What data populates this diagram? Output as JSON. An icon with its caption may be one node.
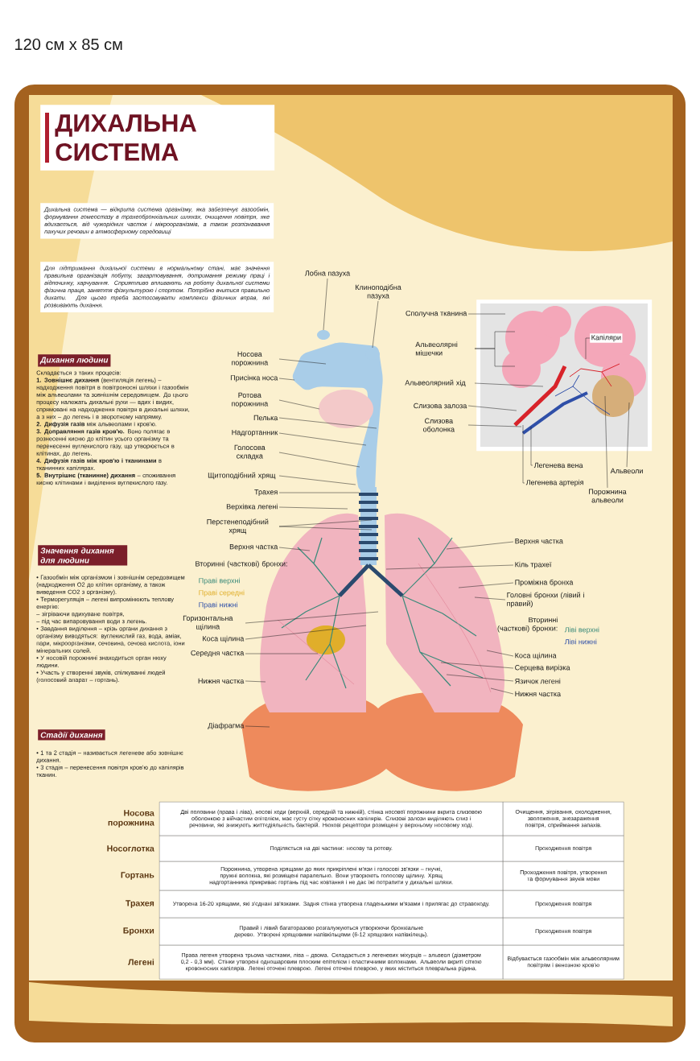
{
  "diagram": {
    "nodes": [
      {
        "text": [
          "ДИХАЛЬНА СИСТЕМА"
        ]
      },
      {
        "text": [
          "Дихальна система — відкрита система організму, яка забезпечує газообмін, формування гомеостазу в трахеобронхіальних шляхах, очищення повітря, яке вдихається, від чужорідних часток і мікроорганізмів, а також розпізнавання пахучих речовин в атмосферному середовищі"
        ]
      },
      {
        "text": [
          "Для підтримання дихальної системи в нормальному стані, має значення правильна організація побуту, загартовування, дотримання режиму праці і відпочинку, харчування. Сприятливо впливають на роботу дихальної системи фізична праця, заняття фізкультурою і спортом. Потрібно вчитися правильно дихати. Для цього треба застосовувати комплекси фізичних вправ, які розвивають дихання."
        ]
      },
      {
        "text": [
          "Лобна пазуха"
        ]
      },
      {
        "text": [
          "Клиноподібна пазуха"
        ]
      },
      {
        "text": [],
        "shape": "picture"
      },
      {
        "text": [
          "Сполучна тканина"
        ]
      },
      {
        "text": [
          "Капіляри"
        ],
        "in": 5
      },
      {
        "text": [
          "Носова порожнина"
        ]
      },
      {
        "text": [
          "Альвеолярні мішечки"
        ]
      },
      {
        "text": [
          "Присінка носа"
        ]
      },
      {
        "text": [
          "Альвеолярний хід"
        ]
      },
      {
        "text": [
          "Ротова порожнина"
        ]
      },
      {
        "text": [
          "Слизова залоза"
        ]
      },
      {
        "text": [
          "Пелька"
        ]
      },
      {
        "text": [
          "Слизова оболонка"
        ]
      },
      {
        "text": [
          "Надгортанник"
        ]
      },
      {
        "text": [
          "Голосова складка"
        ]
      },
      {
        "text": [
          "Щитоподібний хрящ"
        ]
      },
      {
        "text": [
          "Легенева вена"
        ]
      },
      {
        "text": [
          "Легенева артерія"
        ]
      },
      {
        "text": [
          "Альвеоли"
        ]
      },
      {
        "text": [
          "Трахея"
        ]
      },
      {
        "text": [
          "Верхівка легені"
        ]
      },
      {
        "text": [
          "Порожнина альвеоли"
        ]
      },
      {
        "text": [
          "Перстенеподібний хрящ"
        ]
      },
      {
        "text": [
          "Верхня частка"
        ]
      },
      {
        "text": [
          "Верхня частка"
        ]
      },
      {
        "text": [
          "Кіль трахеї"
        ]
      },
      {
        "text": [
          "Проміжна бронха"
        ]
      },
      {
        "text": [
          "Головні бронхи (лівий і правий)"
        ]
      },
      {
        "text": [
          "Горизонтальна щілина"
        ]
      },
      {
        "text": [
          "Коса щілина"
        ]
      },
      {
        "text": [
          "Середня частка"
        ]
      },
      {
        "text": [
          "Коса щілина"
        ]
      },
      {
        "text": [
          "Серцева вирізка"
        ]
      },
      {
        "text": [
          "Нижня частка"
        ]
      },
      {
        "text": [
          "Язичок легені"
        ]
      },
      {
        "text": [
          "Нижня частка"
        ]
      },
      {
        "text": [
          "Діафрагма"
        ]
      },
      {
        "text": [
          "Дихання людини"
        ]
      },
      {
        "text": [
          "Значення дихання для людини"
        ]
      },
      {
        "text": [
          "Стадії дихання"
        ]
      }
    ],
    "edges": [
      {
        "from": 3,
        "to": null,
        "arrow": "none"
      },
      {
        "from": 4,
        "to": null,
        "arrow": "none"
      },
      {
        "from": 6,
        "to": 5,
        "arrow": "none"
      },
      {
        "from": 7,
        "to": 5,
        "arrow": "none"
      },
      {
        "from": 8,
        "to": null,
        "arrow": "none"
      },
      {
        "from": 9,
        "to": 5,
        "arrow": "none"
      },
      {
        "from": 9,
        "to": 5,
        "arrow": "none"
      },
      {
        "from": 10,
        "to": null,
        "arrow": "none"
      },
      {
        "from": 11,
        "to": 5,
        "arrow": "none"
      },
      {
        "from": 12,
        "to": null,
        "arrow": "none"
      },
      {
        "from": 13,
        "to": 5,
        "arrow": "none"
      },
      {
        "from": 14,
        "to": null,
        "arrow": "none"
      },
      {
        "from": 15,
        "to": 5,
        "arrow": "none"
      },
      {
        "from": 16,
        "to": null,
        "arrow": "none"
      },
      {
        "from": 17,
        "to": null,
        "arrow": "none"
      },
      {
        "from": 18,
        "to": null,
        "arrow": "none"
      },
      {
        "from": 19,
        "to": 5,
        "arrow": "none"
      },
      {
        "from": 20,
        "to": 5,
        "arrow": "none"
      },
      {
        "from": 21,
        "to": 5,
        "arrow": "none"
      },
      {
        "from": 22,
        "to": null,
        "arrow": "none"
      },
      {
        "from": 23,
        "to": null,
        "arrow": "none"
      },
      {
        "from": 24,
        "to": 5,
        "arrow": "none"
      },
      {
        "from": 25,
        "to": null,
        "arrow": "none"
      },
      {
        "from": 25,
        "to": null,
        "arrow": "none"
      },
      {
        "from": 26,
        "to": null,
        "arrow": "none"
      },
      {
        "from": 27,
        "to": null,
        "arrow": "none"
      },
      {
        "from": 28,
        "to": null,
        "arrow": "none"
      },
      {
        "from": 29,
        "to": null,
        "arrow": "none"
      },
      {
        "from": 30,
        "to": null,
        "arrow": "none"
      },
      {
        "from": 31,
        "to": null,
        "arrow": "none"
      },
      {
        "from": 32,
        "to": null,
        "arrow": "none"
      },
      {
        "from": 33,
        "to": null,
        "arrow": "none"
      },
      {
        "from": 34,
        "to": null,
        "arrow": "none"
      },
      {
        "from": 35,
        "to": null,
        "arrow": "none"
      },
      {
        "from": 36,
        "to": null,
        "arrow": "none"
      },
      {
        "from": 37,
        "to": null,
        "arrow": "none"
      },
      {
        "from": 38,
        "to": null,
        "arrow": "none"
      },
      {
        "from": 39,
        "to": null,
        "arrow": "none"
      }
    ],
    "labels": [
      "120 см x 85 см",
      "Складається з таких процесів:",
      "**1. Зовнішнє дихання** (вентиляція легень) – надходження повітря в повітроносні шляхи і газообмін між альвеолами та зовнішнім середовищем. До цього процесу належать дихальні рухи — вдих і видих, спрямовані на надходження повітря в дихальні шляхи, а з них – до легень і в зворотному напрямку.",
      "**2. Дифузія газів** між альвеолами і кров'ю.",
      "**3. Доправляння газів кров'ю.** Воно полягає в рознесенні кисню до клітин усього організму та перенесенні вуглекислого газу, що утворюється в клітинах, до легень.",
      "**4. Дифузія газів між кров'ю і тканинами** в тканинних капілярах.",
      "**5. Внутрішнє (тканинне) дихання** – споживання кисню клітинами і виділення вуглекислого газу.",
      "• Газообмін між організмом і зовнішнім середовищем (надходження O2 до клітин організму, а також виведення CO2 з організму).",
      "• Терморегуляція – легені випромінюють теплову енергію:",
      "– зігріваючи вдихуване повітря,",
      "– під час випаровування води з легень.",
      "• Завдання виділення – крізь органи дихання з організму виводяться: вуглекислий газ, вода, аміак, пари, мікроорганізми, сечовина, сечова кислота, іони мінеральних солей.",
      "• У носовій порожнині знаходиться орган нюху людини.",
      "• Участь у створенні звуків, спілкуванні людей (голосовий апарат – гортань).",
      "• 1 та 2 стадія – називається легеневе або зовнішнє дихання.",
      "• 3 стадія – перенесення повітря кров'ю до капілярів тканин.",
      "Вторинні (часткові) бронхи:",
      "Праві верхні",
      "Праві середні",
      "Праві нижні",
      "Вторинні (часткові) бронхи:",
      "Ліві верхні",
      "Ліві нижні",
      "Носова порожнина",
      "Дві половини (права і ліва), носові ходи (верхній, середній та нижній), стінка носової порожнини вкрита слизовою оболонкою з війчастим епітелієм, має густу сітку кровоносних капілярів. Слизові залози виділяють слиз і речовини, які знижують життєдіяльність бактерій. Нюхові рецептори розміщені у верхньому носовому ході.",
      "Очищення, зігрівання, охолодження, зволоження, знезараження повітря, сприймання запахів.",
      "Носоглотка",
      "Поділяється на дві частини: носову та ротову.",
      "Проходження повітря",
      "Гортань",
      "Порожнина, утворена хрящами до яких прикріплені м'язи і голосові зв'язки – гнучкі, пружні волокна, які розміщені паралельно. Вони утворюють голосову щілину. Хрящ надгортанника прикриває гортань під час ковтання і не дає їжі потрапити у дихальні шляхи.",
      "Проходження повітря, утворення та формування звуків мови",
      "Трахея",
      "Утворена 16-20 хрящами, які з'єднані зв'язками. Задня стінка утворена гладенькими м'язами і прилягає до стравоходу.",
      "Проходження повітря",
      "Бронхи",
      "Правий і лівий багаторазово розгалужуються утворюючи бронхіальне дерево. Утворені хрящовими напівкільцями (6-12 хрящових напівкілець).",
      "Проходження повітря",
      "Легені",
      "Права легеня утворена трьома частками, ліва – двома. Складається з легеневих міхурців – альвеол (діаметром 0,2 - 0,3 мм). Стінки утворені одношаровим плоским епітелієм і еластичними волокнами. Альвеоли вкриті сіткою кровоносних капілярів. Легені оточені плеврою. Легені оточені плеврою, у яких міститься плевральна рідина.",
      "Відбувається газообмін між альвеолярним повітрям і венозною кров'ю"
    ]
  }
}
